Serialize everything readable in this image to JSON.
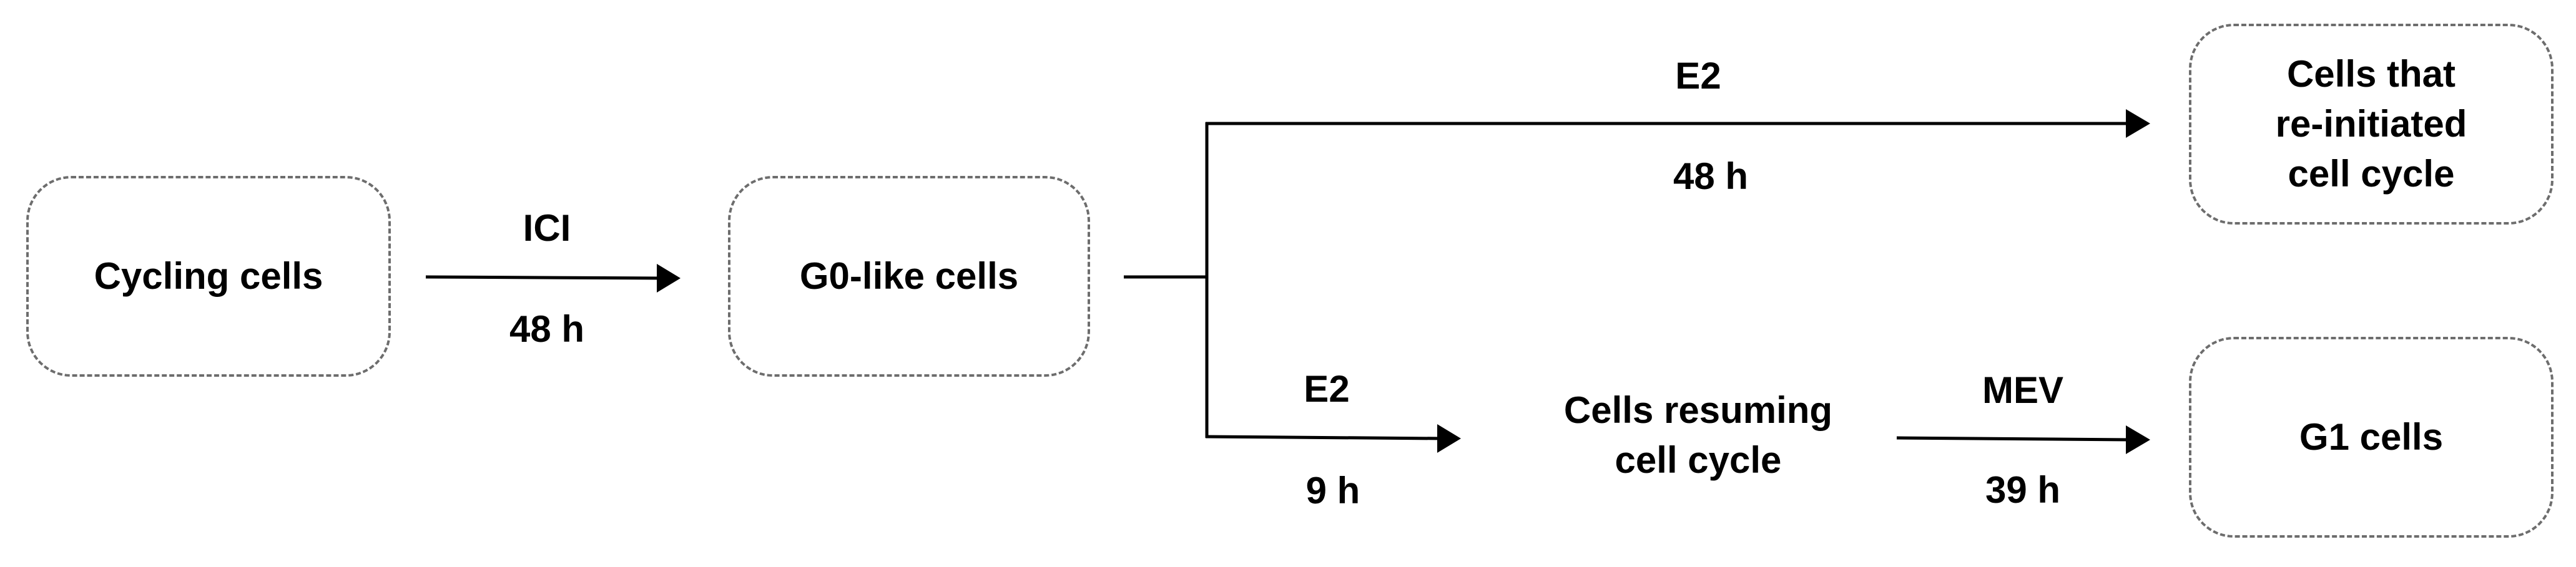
{
  "nodes": {
    "cycling": "Cycling cells",
    "g0": "G0-like cells",
    "reinitiated": "Cells that\nre-initiated\ncell cycle",
    "resuming": "Cells resuming\ncell cycle",
    "g1": "G1 cells"
  },
  "edges": {
    "ici": {
      "treatment": "ICI",
      "duration": "48 h"
    },
    "e2_long": {
      "treatment": "E2",
      "duration": "48 h"
    },
    "e2_short": {
      "treatment": "E2",
      "duration": "9 h"
    },
    "mev": {
      "treatment": "MEV",
      "duration": "39 h"
    }
  },
  "colors": {
    "box_border": "#6d6d6d",
    "line": "#000000",
    "text": "#000000"
  }
}
